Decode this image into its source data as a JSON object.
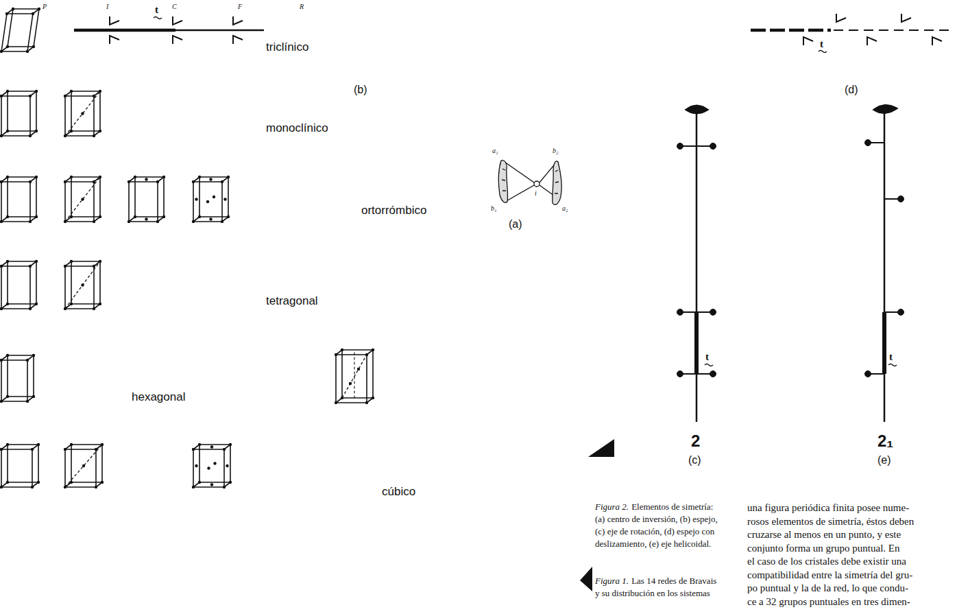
{
  "diagram": {
    "labels": [
      "P",
      "I",
      "C",
      "F",
      "R",
      "triclínico",
      "monoclínico",
      "ortorrómbico",
      "tetragonal",
      "hexagonal",
      "cúbico",
      "t",
      "(b)",
      "t",
      "(d)",
      "a₁",
      "b₂",
      "b₁",
      "a₂",
      "i",
      "(a)",
      "t",
      "2",
      "(c)",
      "t",
      "2₁",
      "(e)",
      "Figura 2.",
      "Elementos de simetría:",
      "(a) centro de inversión, (b) espejo,",
      "(c) eje de rotación, (d) espejo con",
      "deslizamiento, (e) eje helicoidal.",
      "Figura 1.",
      "Las 14 redes de Bravais",
      "y su distribución en los sistemas",
      "una figura periódica finita posee nume-",
      "rosos elementos de simetría, éstos deben",
      "cruzarse al menos en un punto, y este",
      "conjunto forma un grupo puntual. En",
      "el caso de los cristales debe existir una",
      "compatibilidad entre la simetría del gru-",
      "po puntual y la de la red, lo que condu-",
      "ce a 32 grupos puntuales en tres dimen-"
    ]
  }
}
